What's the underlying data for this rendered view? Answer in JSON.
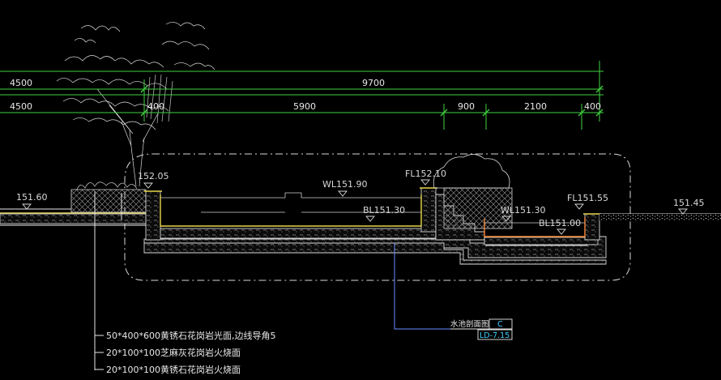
{
  "dimensions": {
    "row1": {
      "left": "4500",
      "total": "9700"
    },
    "row2": {
      "left": "4500",
      "small": "400",
      "main": "5900",
      "d900": "900",
      "d2100": "2100",
      "d400": "400"
    }
  },
  "levels": {
    "left_grade": "151.60",
    "wall_top": "152.05",
    "water_level_1": "WL151.90",
    "fl_mid": "FL152.10",
    "bottom_1": "BL151.30",
    "water_level_2": "WL151.30",
    "bottom_2": "BL151.00",
    "fl_right": "FL151.55",
    "right_grade": "151.45"
  },
  "notes": [
    "50*400*600黄锈石花岗岩光面,边线导角5",
    "20*100*100芝麻灰花岗岩火烧面",
    "20*100*100黄锈石花岗岩火烧面"
  ],
  "title_block": {
    "title": "水池剖面图",
    "code": "C",
    "drawing_no": "LD-7.15"
  },
  "colors": {
    "dimension": "#3fd23f",
    "text": "#e8e8e8",
    "level_text": "#d8d8d8",
    "leader": "#5b7cff",
    "coping": "#e8d84a",
    "lining": "#ff8c3a",
    "titleblock_text": "#3fd0ff"
  }
}
